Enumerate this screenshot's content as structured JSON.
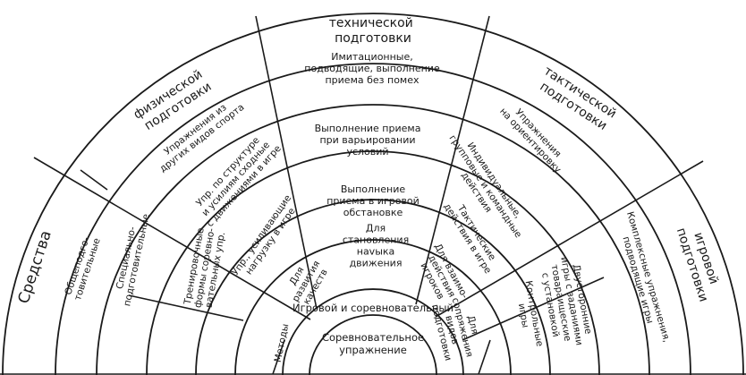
{
  "outer_ring": {
    "sredstva": "Средства",
    "fizicheskoy": [
      "физической",
      "подготовки"
    ],
    "tekhnicheskoy": [
      "технической",
      "подготовки"
    ],
    "takticheskoy": [
      "тактической",
      "подготовки"
    ],
    "igrovoy": [
      "игровой",
      "подготовки"
    ]
  },
  "physical": {
    "ring2": "Общеподго-\nтовительные",
    "ring3": "Специально-\nподготовительные",
    "ring4": "Тренировочные\nформы соревно-\nвательных упр.",
    "ring5": "Методы",
    "upr_iz": "Упражнения из\nдругих видов спорта",
    "upr_po": "Упр. по структуре\nи усилиям сходные\nс движениями в игре",
    "upr_usil": "Упр., усиливающие\nнагрузку в игре",
    "dlya_razv": "Для\nразвития\nкачеств"
  },
  "technical": {
    "imitac": "Имитационные,\nподводящие, выполнение\nприема без помех",
    "var": "Выполнение приема\nпри варьировании\nусловий",
    "igrovoy": "Выполнение\nприема в игровой\nобстановке",
    "stanovl": "Для\nстановления\nнavыка\nдвижения"
  },
  "tactical": {
    "orient": "Упражнения\nна ориентировку",
    "indiv": "Индивидуальные,\nгрупповые и командные\nдействия",
    "takt_igre": "Тактические\nдействия в игре",
    "vzaimo": "Для взаимо-\nдействия\nигроков",
    "sopr": "Для\nсопряжения\nвидов\nподготовки",
    "kontrol": "Контрольные\nигры",
    "dvustor": "Двусторонние\nигры с заданиями\nтовараищеские\nс установкой",
    "kompleks": "Комплексные упражнения,\nподводящие игры"
  },
  "center": {
    "band": "Игровой и соревновательный",
    "core": "Соревновательное\nупражнение"
  }
}
